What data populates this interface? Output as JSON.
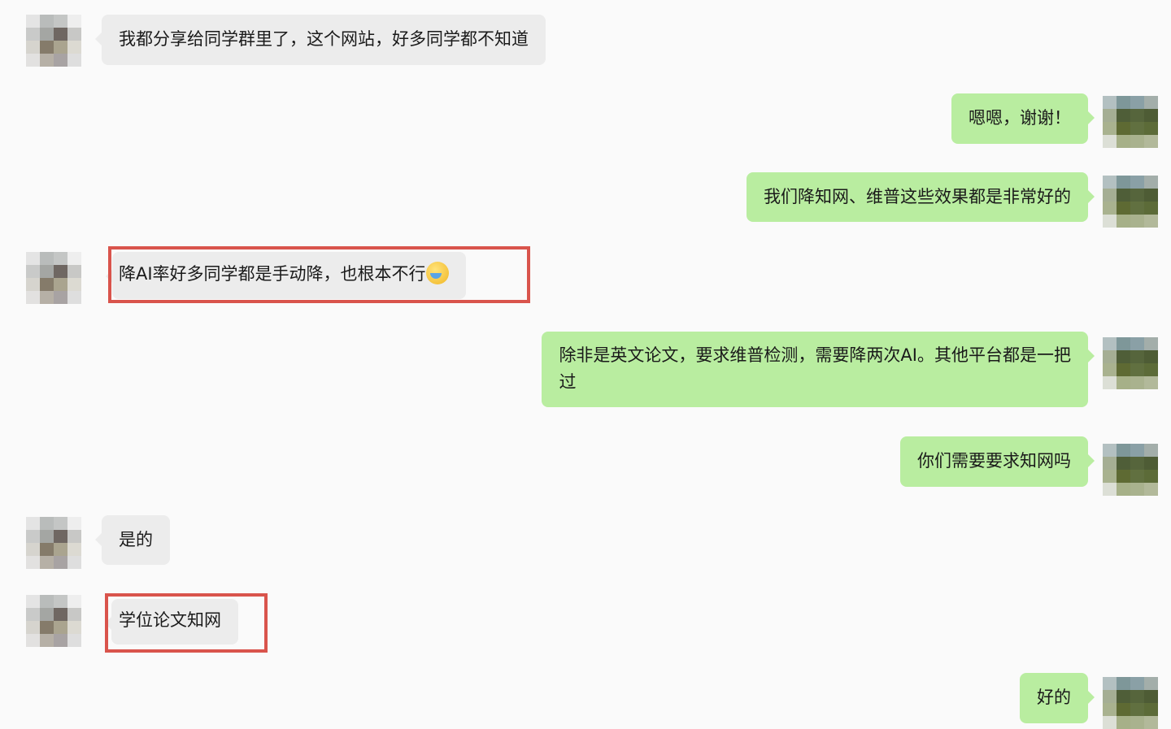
{
  "messages": [
    {
      "side": "left",
      "text": "我都分享给同学群里了，这个网站，好多同学都不知道"
    },
    {
      "side": "right",
      "text": "嗯嗯，谢谢！"
    },
    {
      "side": "right",
      "text": "我们降知网、维普这些效果都是非常好的"
    },
    {
      "side": "left",
      "text": "降AI率好多同学都是手动降，也根本不行",
      "emoji": "face-with-tears-of-joy",
      "highlighted": true
    },
    {
      "side": "right",
      "text": "除非是英文论文，要求维普检测，需要降两次AI。其他平台都是一把",
      "text2": "过"
    },
    {
      "side": "right",
      "text": "你们需要要求知网吗"
    },
    {
      "side": "left",
      "text": "是的"
    },
    {
      "side": "left",
      "text": "学位论文知网",
      "highlighted": true
    },
    {
      "side": "right",
      "text": "好的"
    }
  ],
  "colors": {
    "left_bubble": "#ececec",
    "right_bubble": "#b9eda0",
    "highlight": "#d9544c"
  }
}
